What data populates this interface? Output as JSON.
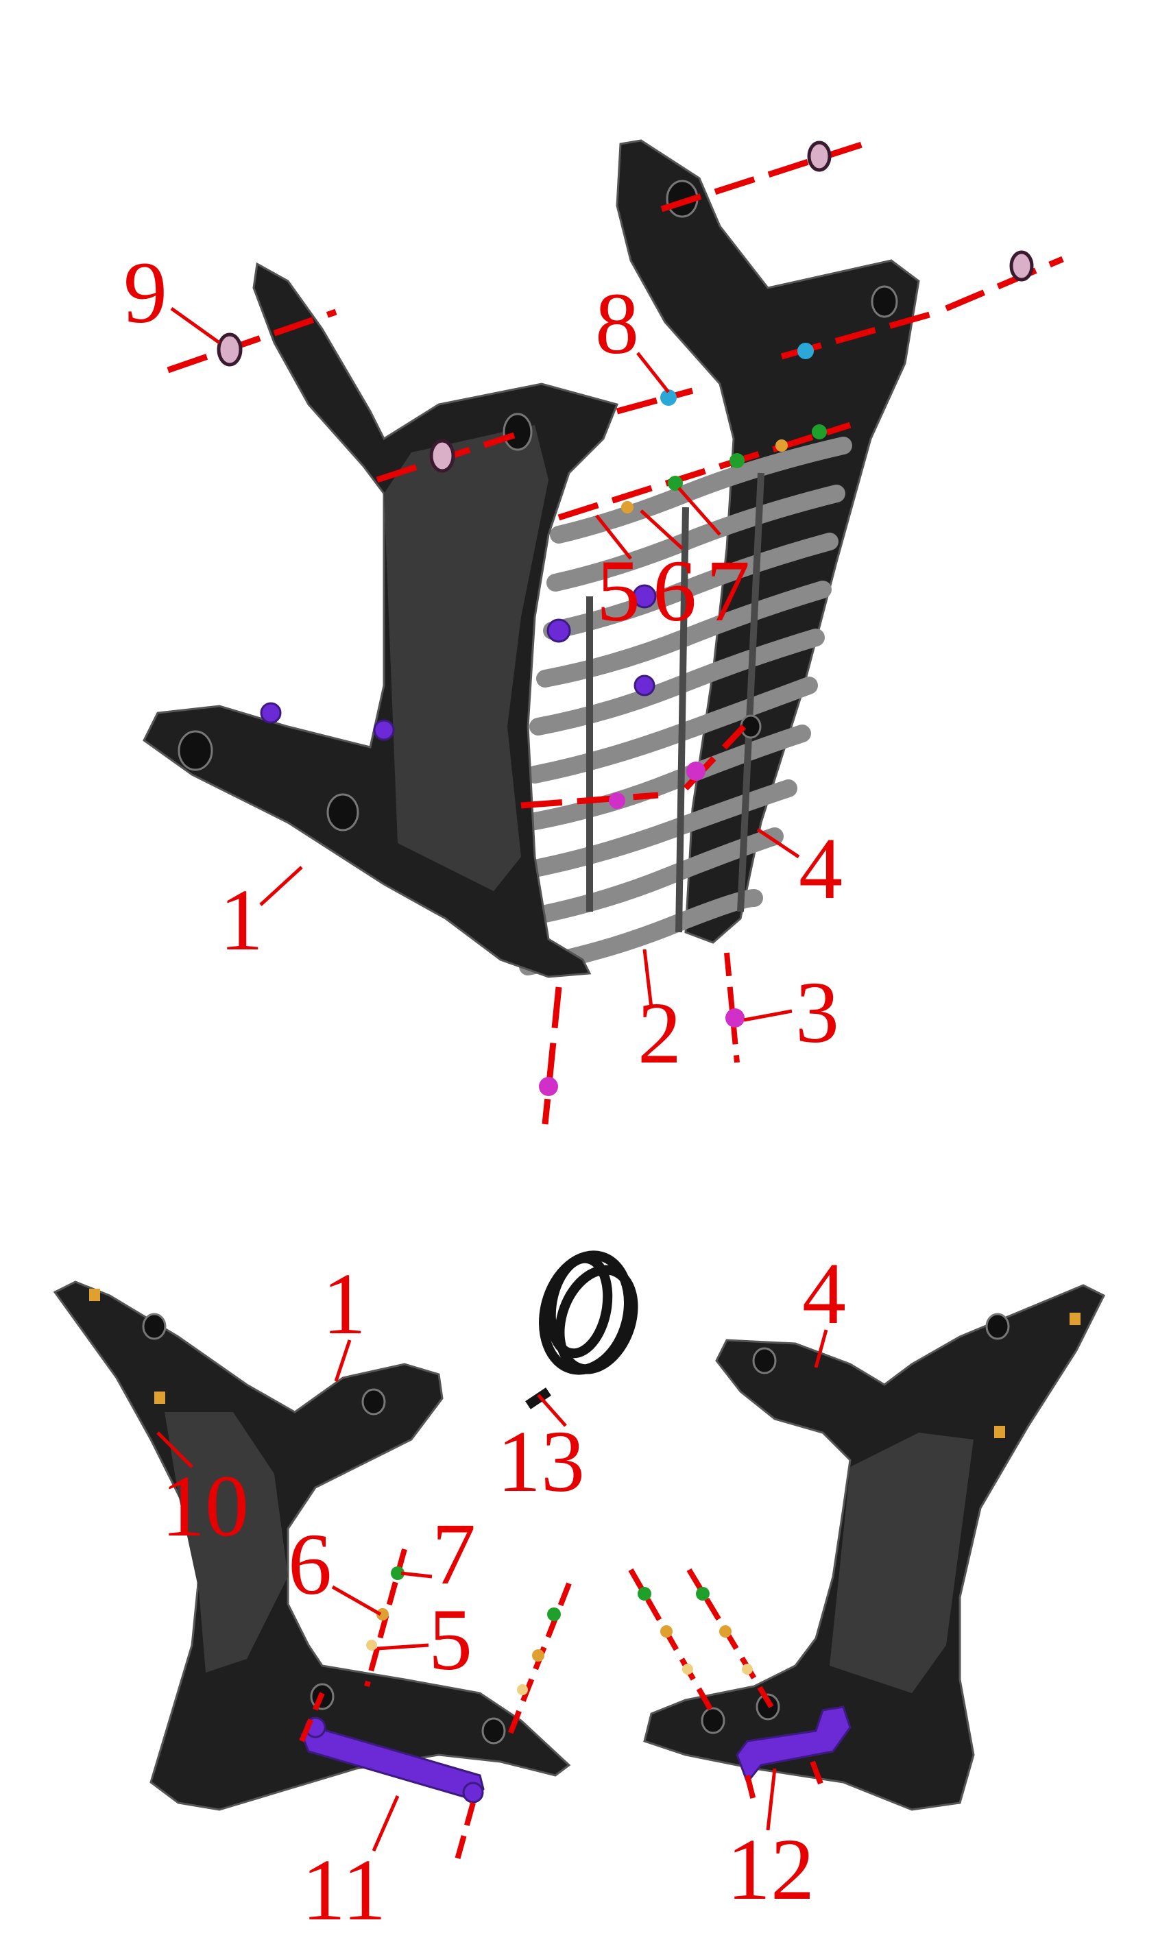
{
  "diagram": {
    "callouts": {
      "c1_top": "1",
      "c2": "2",
      "c3": "3",
      "c4_top": "4",
      "c5_top": "5",
      "c6_top": "6",
      "c7_top": "7",
      "c8": "8",
      "c9": "9",
      "c1_bottom": "1",
      "c4_bottom": "4",
      "c5_bottom": "5",
      "c6_bottom": "6",
      "c7_bottom": "7",
      "c10": "10",
      "c11": "11",
      "c12": "12",
      "c13": "13"
    },
    "colors": {
      "callout": "#e60000",
      "part": "#1f1f1f",
      "grill": "#8a8a8a",
      "bracket": "#6b2ad6",
      "washer": "#d9b0c8",
      "pin_green": "#1fa02a",
      "pin_cyan": "#2aa8d8",
      "pin_magenta": "#d030c8",
      "washer_gold": "#e0a030"
    }
  }
}
